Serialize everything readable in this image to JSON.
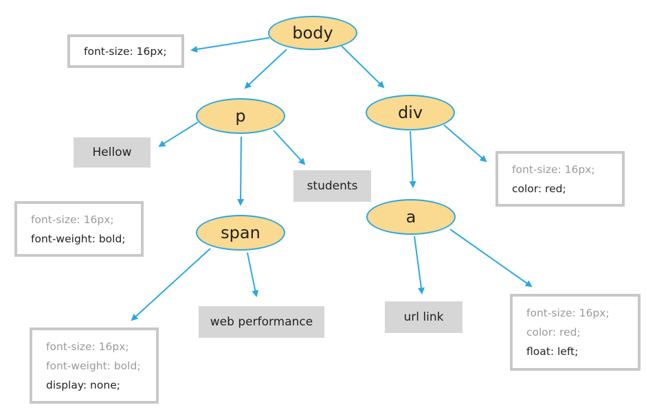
{
  "colors": {
    "node_fill": "#fad991",
    "node_border": "#2aa8df",
    "arrow": "#2aa8df",
    "text_box_fill": "#d6d6d6",
    "style_box_border": "#c8c8c8",
    "inherited_text": "#9a9a9a",
    "own_text": "#222222"
  },
  "nodes": {
    "body": "body",
    "p": "p",
    "div": "div",
    "span": "span",
    "a": "a"
  },
  "text_nodes": {
    "hellow": "Hellow",
    "students": "students",
    "web_performance": "web performance",
    "url_link": "url link"
  },
  "style_boxes": {
    "body": {
      "lines": [
        {
          "text": "font-size: 16px;",
          "inherited": false
        }
      ]
    },
    "p": {
      "lines": [
        {
          "text": "font-size: 16px;",
          "inherited": true
        },
        {
          "text": "font-weight: bold;",
          "inherited": false
        }
      ]
    },
    "div": {
      "lines": [
        {
          "text": "font-size: 16px;",
          "inherited": true
        },
        {
          "text": "color: red;",
          "inherited": false
        }
      ]
    },
    "span": {
      "lines": [
        {
          "text": "font-size: 16px;",
          "inherited": true
        },
        {
          "text": "font-weight: bold;",
          "inherited": true
        },
        {
          "text": "display: none;",
          "inherited": false
        }
      ]
    },
    "a": {
      "lines": [
        {
          "text": "font-size: 16px;",
          "inherited": true
        },
        {
          "text": "color: red;",
          "inherited": true
        },
        {
          "text": "float: left;",
          "inherited": false
        }
      ]
    }
  },
  "edges": [
    [
      "body",
      "body-style"
    ],
    [
      "body",
      "p"
    ],
    [
      "body",
      "div"
    ],
    [
      "p",
      "hellow"
    ],
    [
      "p",
      "span"
    ],
    [
      "p",
      "students"
    ],
    [
      "div",
      "a"
    ],
    [
      "div",
      "div-style"
    ],
    [
      "span",
      "span-style"
    ],
    [
      "span",
      "web-performance"
    ],
    [
      "a",
      "url-link"
    ],
    [
      "a",
      "a-style"
    ]
  ]
}
